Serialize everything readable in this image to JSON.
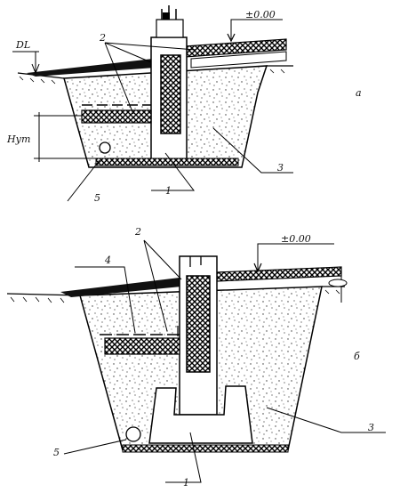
{
  "diagram_a": {
    "level_label": "±0.00",
    "dl_label": "DL",
    "hum_label": "Hут",
    "callout_2": "2",
    "callout_1": "1",
    "callout_3": "3",
    "callout_5": "5",
    "panel_label": "а"
  },
  "diagram_b": {
    "level_label": "±0.00",
    "callout_2": "2",
    "callout_4": "4",
    "callout_1": "1",
    "callout_3": "3",
    "callout_5": "5",
    "panel_label": "б"
  }
}
